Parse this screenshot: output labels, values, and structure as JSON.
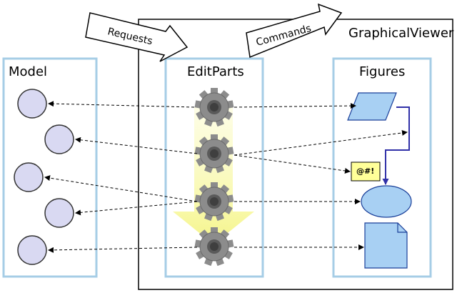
{
  "labels": {
    "viewer": "GraphicalViewer",
    "model": "Model",
    "editparts": "EditParts",
    "figures": "Figures",
    "requests": "Requests",
    "commands": "Commands",
    "annotation": "@#!"
  },
  "colors": {
    "panel_border": "#a6cde6",
    "node_fill": "#d9d9f2",
    "node_stroke": "#333333",
    "gear_fill": "#8c8c8c",
    "gear_dark": "#5a5a5a",
    "flow_arrow": "#fbfbbf",
    "figure_fill": "#a8d0f3",
    "figure_stroke": "#1a3f99",
    "connector": "#3030a8",
    "annotation_fill": "#ffff99"
  },
  "icons": [
    "gear-icon",
    "cylinder-node",
    "parallelogram-figure",
    "ellipse-figure",
    "document-figure"
  ]
}
